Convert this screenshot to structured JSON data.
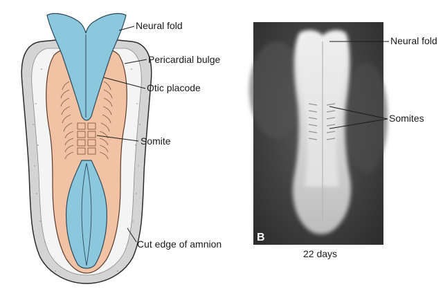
{
  "drawing": {
    "labels": {
      "neural_fold": "Neural fold",
      "pericardial_bulge": "Pericardial bulge",
      "otic_placode": "Otic placode",
      "somite": "Somite",
      "cut_edge": "Cut edge of amnion"
    },
    "colors": {
      "neural_tube": "#8cc8dd",
      "embryo_body": "#f1c2a4",
      "amnion_gray": "#cfcfcf",
      "outline": "#2a2a2a"
    }
  },
  "photo": {
    "panel_letter": "B",
    "labels": {
      "neural_fold": "Neural fold",
      "somites": "Somites"
    },
    "caption": "22 days",
    "colors": {
      "background": "#3e3e3e",
      "embryo": "#d8d8d8"
    }
  }
}
